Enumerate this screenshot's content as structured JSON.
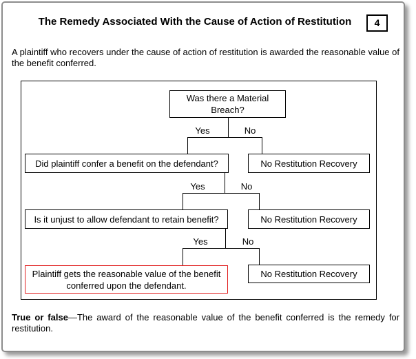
{
  "header": {
    "title": "The Remedy Associated With the Cause of Action of Restitution",
    "slide_number": "4"
  },
  "intro": {
    "text": "A plaintiff who recovers under the cause of action of restitution is awarded the reasonable value of the benefit conferred."
  },
  "flowchart": {
    "labels": {
      "yes": "Yes",
      "no": "No"
    },
    "nodes": {
      "q_material_breach": "Was there a Material Breach?",
      "q_confer_benefit": "Did plaintiff confer a benefit on the defendant?",
      "q_unjust_retain": "Is it unjust to allow defendant to retain benefit?",
      "outcome_recovery": "Plaintiff gets the reasonable value of the benefit conferred upon the defendant.",
      "outcome_no_recovery_1": "No Restitution Recovery",
      "outcome_no_recovery_2": "No Restitution Recovery",
      "outcome_no_recovery_3": "No Restitution Recovery"
    },
    "colors": {
      "box_border": "#000000",
      "highlight_border": "#e01b1b",
      "card_border": "#8c8c8c"
    }
  },
  "footer": {
    "lead": "True or false",
    "body": "—The award of the reasonable value of the benefit conferred is the remedy for restitution."
  }
}
